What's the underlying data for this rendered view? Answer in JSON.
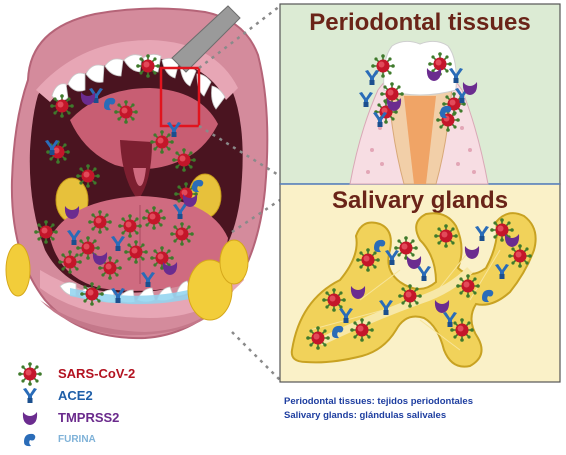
{
  "panels": {
    "top": {
      "title": "Periodontal tissues",
      "bg": "#dcebd4",
      "title_color": "#6a2418"
    },
    "bottom": {
      "title": "Salivary glands",
      "bg": "#faf1c8",
      "title_color": "#6a2418"
    }
  },
  "legend": [
    {
      "label": "SARS-CoV-2",
      "color": "#b31220",
      "icon": "sars-cov-2-virus-icon"
    },
    {
      "label": "ACE2",
      "color": "#1f5fa8",
      "icon": "ace2-receptor-icon"
    },
    {
      "label": "TMPRSS2",
      "color": "#6a2a8c",
      "icon": "tmprss2-protease-icon"
    },
    {
      "label": "FURINA",
      "color": "#7fb2d8",
      "icon": "furin-icon"
    }
  ],
  "translations": [
    "Periodontal tissues: tejidos periodontales",
    "Salivary glands: glándulas salivales"
  ],
  "translation_color": "#1e3ea0"
}
